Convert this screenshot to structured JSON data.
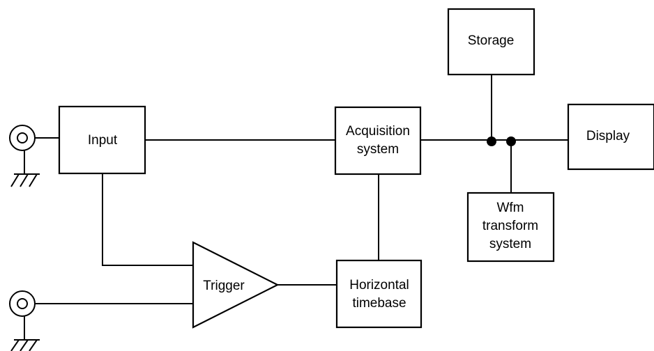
{
  "blocks": {
    "input": "Input",
    "acquisition_line1": "Acquisition",
    "acquisition_line2": "system",
    "storage": "Storage",
    "display": "Display",
    "wfm_line1": "Wfm",
    "wfm_line2": "transform",
    "wfm_line3": "system",
    "horizontal_line1": "Horizontal",
    "horizontal_line2": "timebase",
    "trigger": "Trigger"
  },
  "icons": {
    "signal_connector": "bnc-connector-icon",
    "ground": "ground-icon"
  }
}
